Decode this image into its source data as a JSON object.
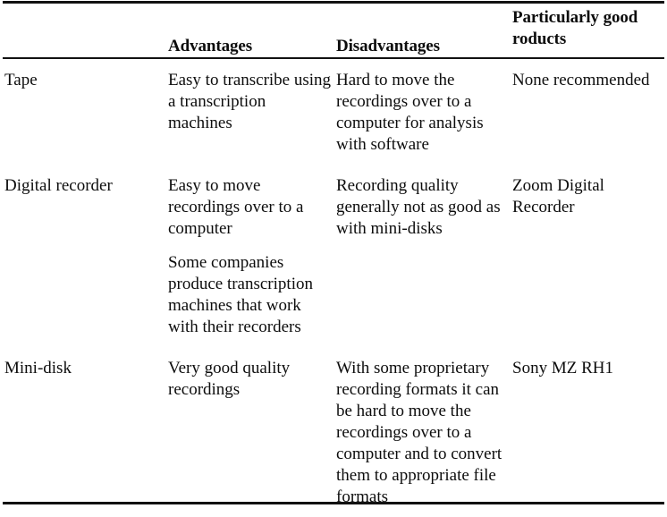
{
  "document": {
    "type": "comparison-table",
    "title_visible": false
  },
  "table": {
    "headers": {
      "type_column": "",
      "advantages": "Advantages",
      "disadvantages": "Disadvantages",
      "products_line1": "Particularly good",
      "products_line2": "roducts"
    },
    "rows": [
      {
        "type": "Tape",
        "advantages": [
          "Easy to transcribe using a transcription machines"
        ],
        "disadvantages": [
          "Hard to move the recordings over to a computer for analysis with software"
        ],
        "products": [
          "None recommended"
        ]
      },
      {
        "type": "Digital recorder",
        "advantages": [
          "Easy to move recordings over to a computer",
          "Some companies produce transcription machines that work with their recorders"
        ],
        "disadvantages": [
          "Recording quality generally not as good as with mini-disks"
        ],
        "products": [
          "Zoom Digital Recorder"
        ]
      },
      {
        "type": "Mini-disk",
        "advantages": [
          "Very good quality recordings"
        ],
        "disadvantages": [
          "With some proprietary recording formats it can be hard to move the recordings over to a computer and to convert them to appropriate file formats"
        ],
        "products": [
          "Sony MZ RH1"
        ]
      }
    ]
  },
  "style": {
    "text_color": "#0d0d0d",
    "rule_color": "#111111",
    "background": "#ffffff"
  }
}
